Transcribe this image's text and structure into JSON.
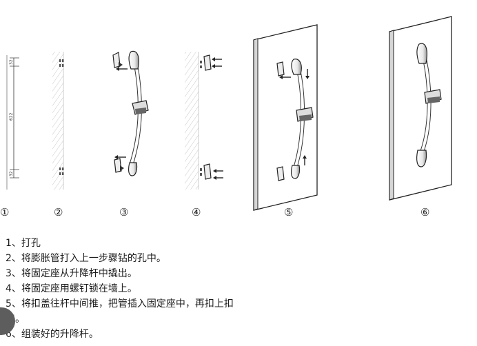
{
  "diagram": {
    "stage_labels": [
      "①",
      "②",
      "③",
      "④",
      "⑤",
      "⑥"
    ],
    "dimensions": {
      "top_gap": "32",
      "main": "622",
      "bottom_gap": "32"
    }
  },
  "steps": [
    "1、打孔",
    "2、将膨胀管打入上一步骤钻的孔中。",
    "3、将固定座从升降杆中撬出。",
    "4、将固定座用螺钉锁在墙上。",
    "5、将扣盖往杆中间推，把管插入固定座中，再扣上扣",
    "盖。",
    "6、组装好的升降杆。"
  ]
}
